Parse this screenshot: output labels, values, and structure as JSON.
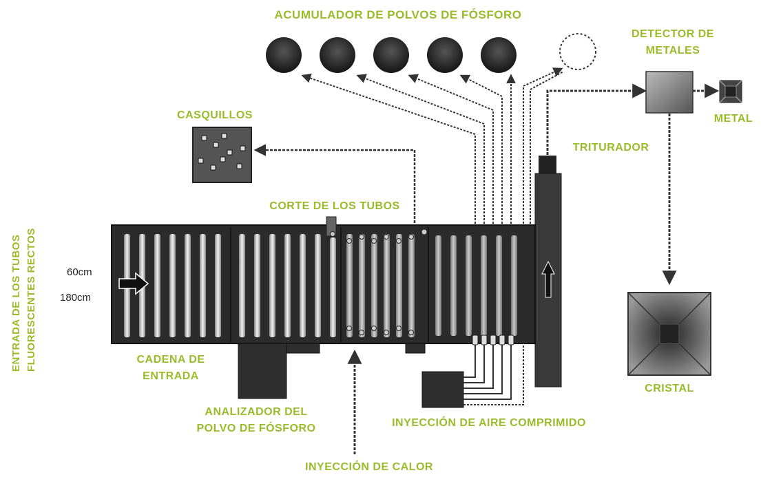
{
  "colors": {
    "label": "#9bbb2a",
    "machine": "#2a2a2a",
    "dark": "#1e1e1e",
    "tube": "#d8d8d8",
    "line": "#333333"
  },
  "labels": {
    "phosphor_accumulator": "ACUMULADOR DE POLVOS DE FÓSFORO",
    "metal_detector_line1": "DETECTOR DE",
    "metal_detector_line2": "METALES",
    "metal": "METAL",
    "caps": "CASQUILLOS",
    "crusher": "TRITURADOR",
    "tube_cutting": "CORTE DE LOS TUBOS",
    "entry_line1": "ENTRADA DE LOS TUBOS",
    "entry_line2": "FLUORESCENTES RECTOS",
    "length_short": "60cm",
    "length_long": "180cm",
    "input_chain_line1": "CADENA DE",
    "input_chain_line2": "ENTRADA",
    "analyzer_line1": "ANALIZADOR DEL",
    "analyzer_line2": "POLVO DE FÓSFORO",
    "air_injection": "INYECCIÓN DE AIRE COMPRIMIDO",
    "heat_injection": "INYECCIÓN DE CALOR",
    "glass": "CRISTAL"
  },
  "icons": {
    "arrow": "arrow-icon",
    "phosphor_drum": "drum-icon",
    "caps_bin": "bin-icon"
  }
}
